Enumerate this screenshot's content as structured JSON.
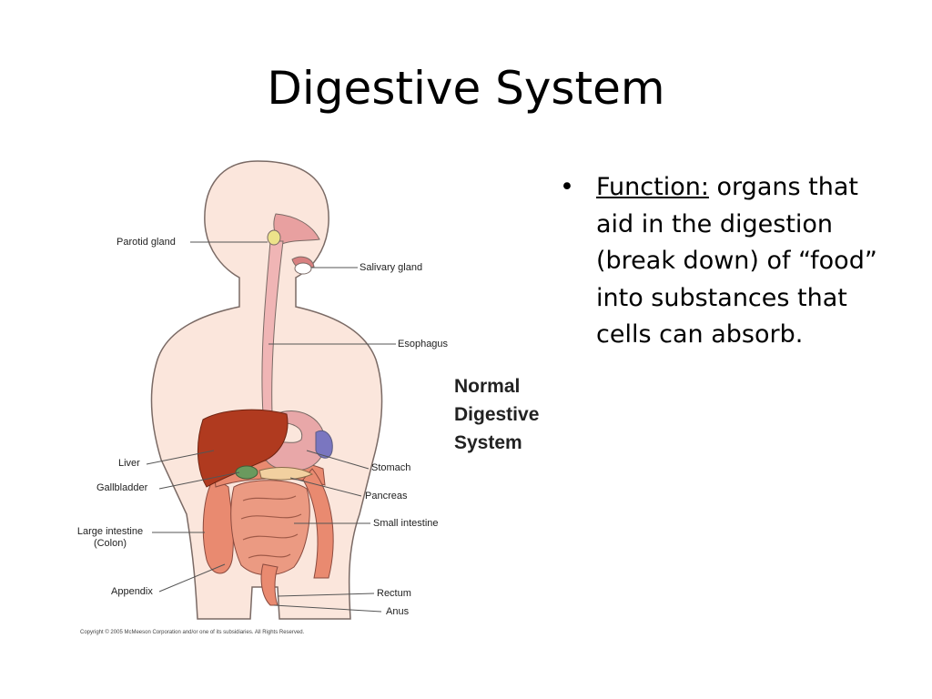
{
  "slide": {
    "title": "Digestive System"
  },
  "diagram": {
    "heading_lines": [
      "Normal",
      "Digestive",
      "System"
    ],
    "labels": {
      "parotid": "Parotid gland",
      "salivary": "Salivary gland",
      "esophagus": "Esophagus",
      "liver": "Liver",
      "gallbladder": "Gallbladder",
      "stomach": "Stomach",
      "pancreas": "Pancreas",
      "small_intestine": "Small intestine",
      "large_intestine_line1": "Large intestine",
      "large_intestine_line2": "(Colon)",
      "appendix": "Appendix",
      "rectum": "Rectum",
      "anus": "Anus"
    },
    "copyright": "Copyright © 2005 McMeeson Corporation and/or one of its subsidiaries. All Rights Reserved.",
    "colors": {
      "skin": "#fbe6dc",
      "outline": "#5a4a45",
      "liver": "#b03a1f",
      "stomach": "#e8a7a8",
      "intestine": "#e98a70",
      "gallbladder": "#6a9a5e",
      "spleen": "#7a76c0"
    }
  },
  "content": {
    "bullet_symbol": "•",
    "term": "Function:",
    "definition": " organs that aid in the digestion (break down) of “food” into substances that cells can absorb."
  }
}
